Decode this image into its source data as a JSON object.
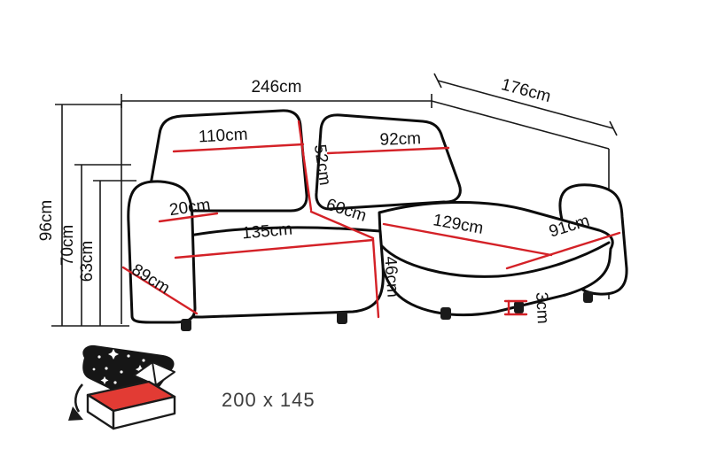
{
  "colors": {
    "outline": "#1a1a1a",
    "sofa_stroke": "#0c0c0c",
    "dimension_red": "#d42127",
    "label_text": "#111111",
    "size_text": "#3d3d3d",
    "mattress_red": "#e23b34",
    "icon_dark": "#161616"
  },
  "measurements": {
    "overall_width": "246cm",
    "overall_depth": "176cm",
    "overall_height": "96cm",
    "armrest_height": "70cm",
    "seat_back_height": "63cm",
    "backrest_left_width": "110cm",
    "backrest_right_width": "92cm",
    "backrest_height": "52cm",
    "seat_depth": "60cm",
    "armrest_width": "20cm",
    "seat_width": "135cm",
    "chaise_length": "129cm",
    "chaise_width": "91cm",
    "seat_height": "46cm",
    "side_depth": "89cm",
    "leg_height": "3cm"
  },
  "sleeping_function": {
    "size_label": "200 x 145"
  }
}
